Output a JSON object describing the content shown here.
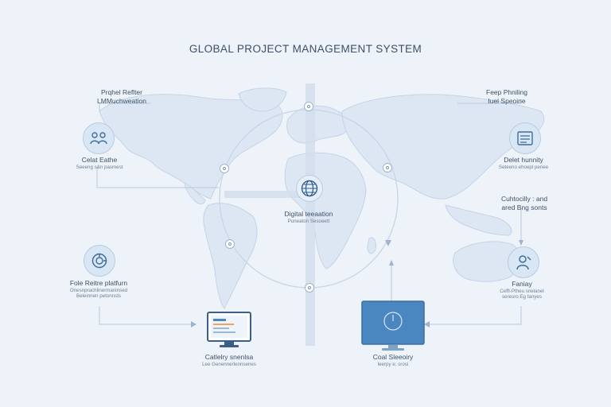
{
  "title": "GLOBAL PROJECT MANAGEMENT SYSTEM",
  "labels": {
    "top_left": {
      "line1": "Prqhel Reflter",
      "line2": "LMMuchweation"
    },
    "top_right": {
      "line1": "Feep Phniling",
      "line2": "Iuel Speoine"
    },
    "left_upper": {
      "title": "Celat Eathe",
      "sub": "Seeeng s&n pasmest"
    },
    "right_upper": {
      "title": "Delet hunnity",
      "sub": "Seteeno ehoepl penee"
    },
    "right_mid": {
      "line1": "Cuhtocilly : and",
      "line2": "ared Bng sonts"
    },
    "center": {
      "title": "Digital teeaation",
      "sub": "Puneaton Sesoeett"
    },
    "left_lower": {
      "title": "Fole Reitre platfurn",
      "sub1": "Onesnprachlinermaninsed",
      "sub2": "Beleinnen petonnsts"
    },
    "right_lower": {
      "title": "Faniay",
      "sub1": "Ceffl-Ptheu snelanel",
      "sub2": "seresro Eg fanyes"
    },
    "bottom_left": {
      "title": "Catlelry snenlsa",
      "sub": "Lee Genennerlennsenes"
    },
    "bottom_right": {
      "title": "Coal Sleeoiry",
      "sub": "leerpy e; srosi"
    }
  },
  "icons": {
    "left_upper": "team-icon",
    "left_lower": "target-icon",
    "right_upper": "document-icon",
    "right_lower": "person-icon",
    "center": "globe-icon",
    "laptop": "laptop-icon",
    "monitor": "monitor-icon"
  },
  "colors": {
    "background": "#eef3f9",
    "continents": "#dce7f3",
    "accent": "#4a86c0",
    "lines": "#b9c9dc"
  }
}
